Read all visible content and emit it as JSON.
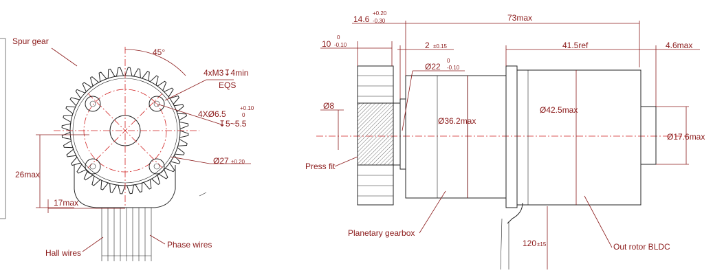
{
  "front_view": {
    "labels": {
      "spur_gear": "Spur gear",
      "angle": "45°",
      "screw_holes": "4xM3↧4min",
      "eqs": "EQS",
      "pin_holes_main": "4XØ6.5",
      "pin_holes_tol_upper": "+0.10",
      "pin_holes_tol_lower": "0",
      "pin_depth": "↧5~5.5",
      "circle_dia": "Ø27",
      "circle_dia_tol": "±0.20",
      "height": "26max",
      "width": "17max",
      "hall_wires": "Hall wires",
      "phase_wires": "Phase wires"
    }
  },
  "side_view": {
    "labels": {
      "gear_width": "14.6",
      "gear_width_tol_upper": "+0.20",
      "gear_width_tol_lower": "-0.30",
      "overall_length": "73max",
      "offset": "10",
      "offset_tol_upper": "0",
      "offset_tol_lower": "-0.10",
      "gap": "2",
      "gap_tol": "±0.15",
      "motor_length": "41.5ref",
      "end_cap": "4.6max",
      "shaft_dia": "Ø22",
      "shaft_dia_tol_upper": "0",
      "shaft_dia_tol_lower": "-0.10",
      "pin_dia": "Ø8",
      "gearbox_dia": "Ø36.2max",
      "motor_dia": "Ø42.5max",
      "end_dia": "Ø17.6max",
      "press_fit": "Press fit",
      "planetary_gearbox": "Planetary gearbox",
      "wire_length": "120",
      "wire_length_tol": "±15",
      "out_rotor": "Out rotor BLDC"
    }
  }
}
